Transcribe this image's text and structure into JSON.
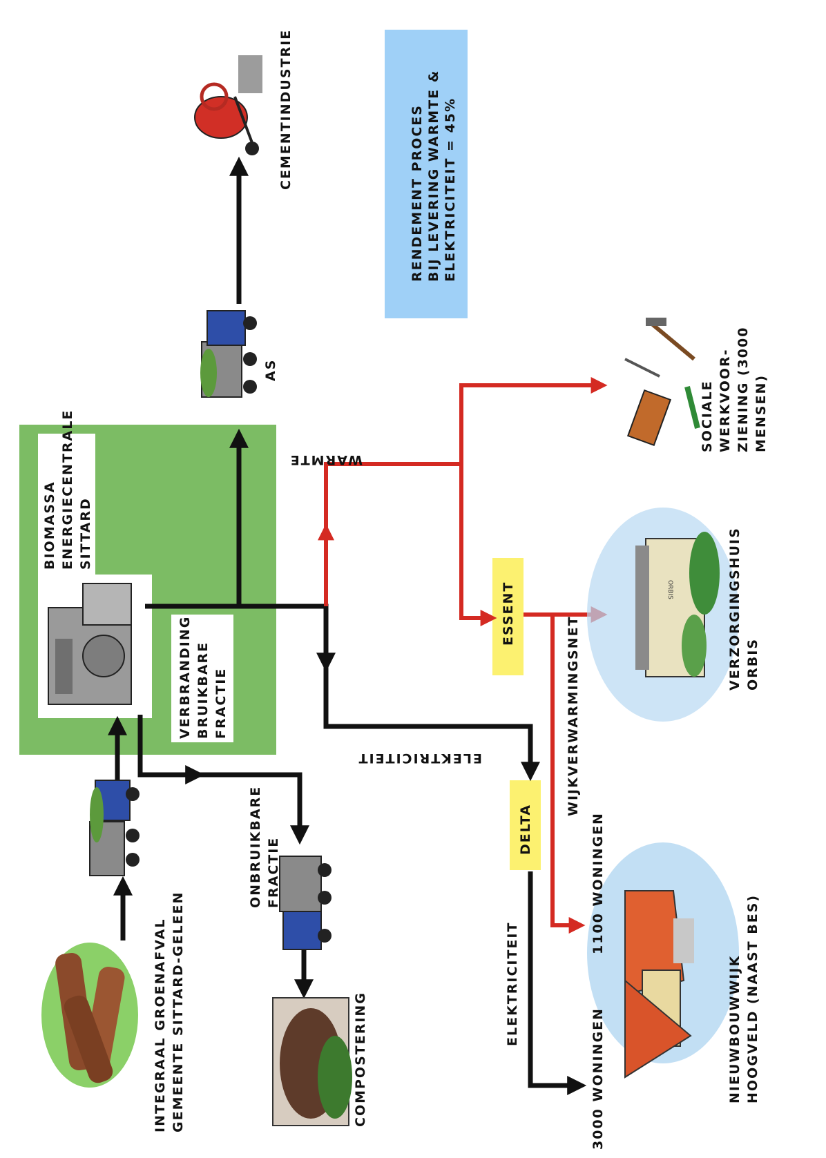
{
  "labels": {
    "groenafval": [
      "INTEGRAAL GROENAFVAL",
      "GEMEENTE SITTARD-GELEEN"
    ],
    "compostering": "COMPOSTERING",
    "onbruikbare": [
      "ONBRUIKBARE",
      "FRACTIE"
    ],
    "centrale": [
      "BIOMASSA",
      "ENERGIECENTRALE",
      "SITTARD"
    ],
    "verbranding": [
      "VERBRANDING",
      "BRUIKBARE",
      "FRACTIE"
    ],
    "as": "AS",
    "cementindustrie": "CEMENTINDUSTRIE",
    "rendement": [
      "RENDEMENT PROCES",
      "BIJ LEVERING WARMTE &",
      "ELEKTRICITEIT = 45%"
    ],
    "warmte": "WARMTE",
    "elektriciteit_top": "ELEKTRICITEIT",
    "essent": "ESSENT",
    "delta": "DELTA",
    "wijkverwarmingsnet": "WIJKVERWARMINGSNET",
    "elektriciteit_bottom": "ELEKTRICITEIT",
    "sociale": [
      "SOCIALE",
      "WERKVOOR-",
      "ZIENING (3000",
      "MENSEN)"
    ],
    "verzorgingshuis": [
      "VERZORGINGSHUIS",
      "ORBIS"
    ],
    "woningen_3000": "3000 WONINGEN",
    "woningen_1100": "1100 WONINGEN",
    "nieuwbouwwijk": [
      "NIEUWBOUWWIJK",
      "HOOGVELD (NAAST BES)"
    ],
    "orbis_sign": "ORBIS"
  },
  "colors": {
    "green_block": "#7cbc64",
    "blue_box": "#9fd0f7",
    "yellow_box": "#fcf170",
    "black_arrow": "#111111",
    "red_arrow": "#d42a22"
  }
}
